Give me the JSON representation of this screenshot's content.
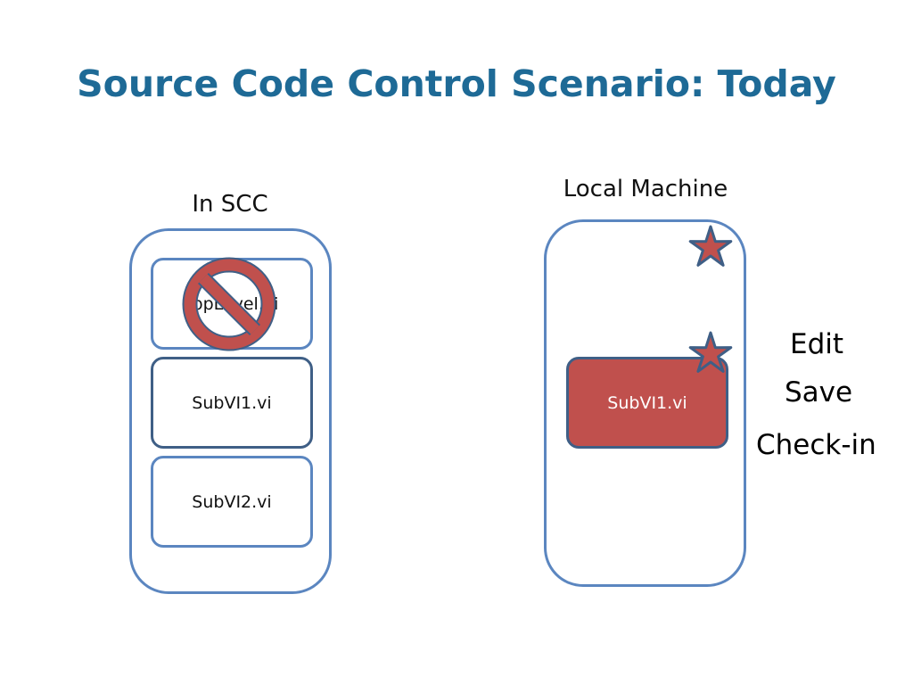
{
  "slide": {
    "title": "Source Code Control Scenario: Today"
  },
  "scc": {
    "heading": "In SCC",
    "files": [
      {
        "name": "TopLevel.vi"
      },
      {
        "name": "SubVI1.vi"
      },
      {
        "name": "SubVI2.vi"
      }
    ]
  },
  "local": {
    "heading": "Local Machine",
    "file": {
      "name": "SubVI1.vi"
    }
  },
  "actions": [
    "Edit",
    "Save",
    "Check-in"
  ],
  "icons": {
    "blocked": "no-symbol-icon",
    "modified": "star-icon"
  },
  "colors": {
    "title": "#1e6a96",
    "outline": "#5b86c0",
    "highlight": "#c0504d"
  }
}
